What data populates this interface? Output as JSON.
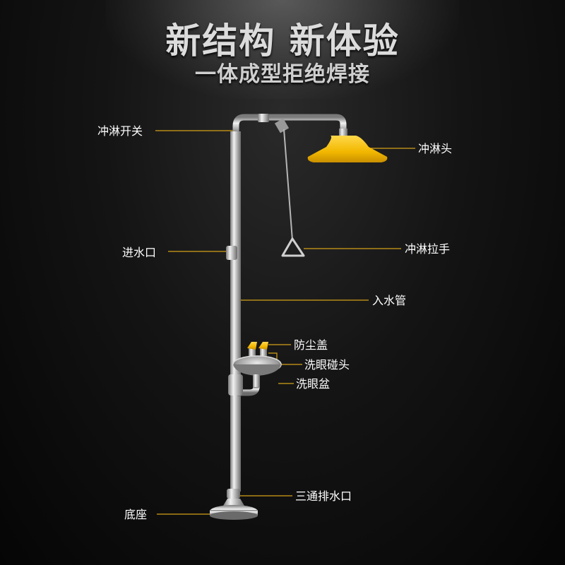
{
  "header": {
    "title": "新结构  新体验",
    "subtitle": "一体成型拒绝焊接"
  },
  "labels": {
    "shower_switch": "冲淋开关",
    "shower_head": "冲淋头",
    "water_inlet": "进水口",
    "shower_pull_handle": "冲淋拉手",
    "water_pipe": "入水管",
    "dust_cover": "防尘盖",
    "eyewash_nozzle": "洗眼碰头",
    "eyewash_bowl": "洗眼盆",
    "three_way_drain": "三通排水口",
    "base": "底座"
  },
  "colors": {
    "background": "#0b0b0b",
    "leader_line": "#d4a017",
    "shower_head": "#f2c200",
    "steel": "#c9c9c9"
  }
}
